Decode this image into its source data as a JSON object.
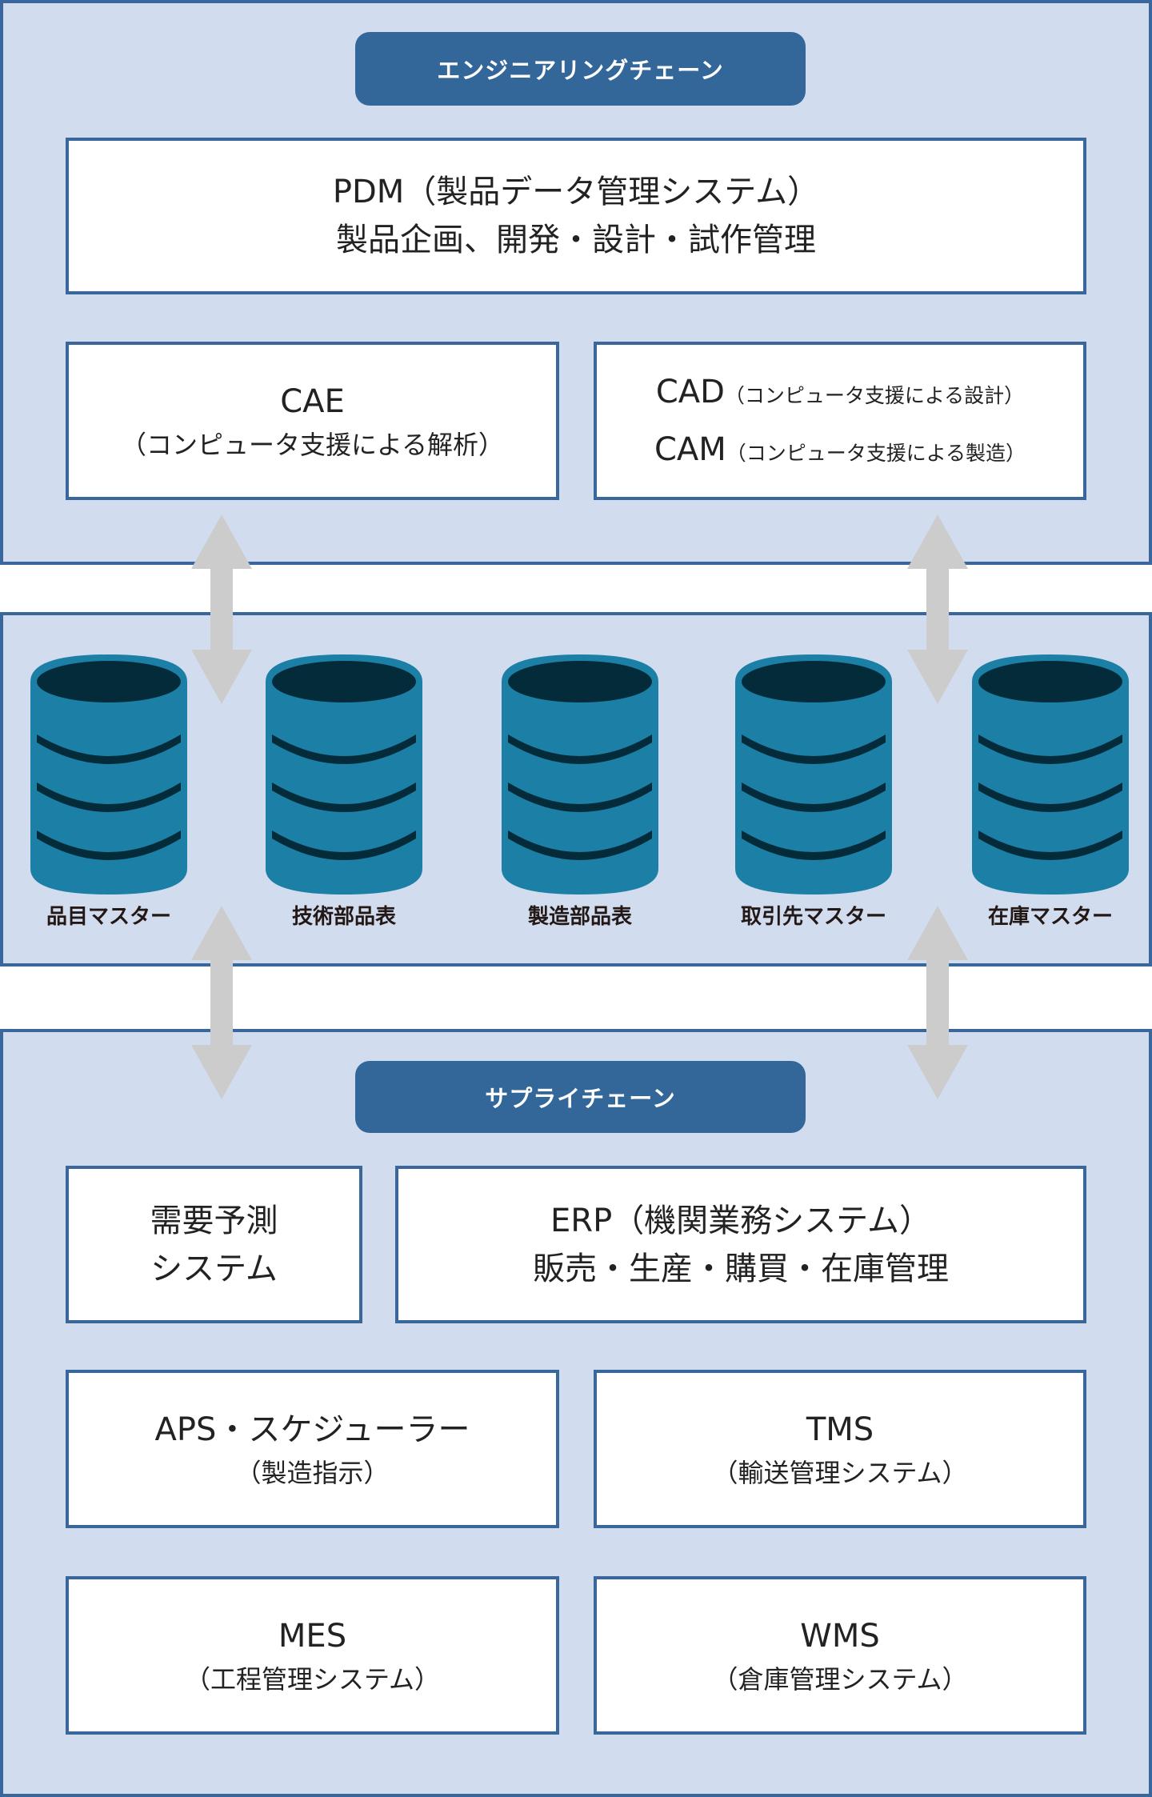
{
  "engineering_chain": {
    "title": "エンジニアリングチェーン",
    "pdm": {
      "line1": "PDM（製品データ管理システム）",
      "line2": "製品企画、開発・設計・試作管理"
    },
    "cae": {
      "title": "CAE",
      "subtitle": "（コンピュータ支援による解析）"
    },
    "cad": {
      "title": "CAD",
      "subtitle": "（コンピュータ支援による設計）"
    },
    "cam": {
      "title": "CAM",
      "subtitle": "（コンピュータ支援による製造）"
    }
  },
  "databases": [
    {
      "label": "品目マスター"
    },
    {
      "label": "技術部品表"
    },
    {
      "label": "製造部品表"
    },
    {
      "label": "取引先マスター"
    },
    {
      "label": "在庫マスター"
    }
  ],
  "supply_chain": {
    "title": "サプライチェーン",
    "demand": {
      "line1": "需要予測",
      "line2": "システム"
    },
    "erp": {
      "line1": "ERP（機関業務システム）",
      "line2": "販売・生産・購買・在庫管理"
    },
    "aps": {
      "title": "APS・スケジューラー",
      "subtitle": "（製造指示）"
    },
    "tms": {
      "title": "TMS",
      "subtitle": "（輸送管理システム）"
    },
    "mes": {
      "title": "MES",
      "subtitle": "（工程管理システム）"
    },
    "wms": {
      "title": "WMS",
      "subtitle": "（倉庫管理システム）"
    }
  },
  "colors": {
    "panel": "#d1ddef",
    "border": "#3a679b",
    "pill": "#336699",
    "db": "#1b7fa6",
    "db_dark": "#042b3a",
    "arrow": "#cccccc"
  }
}
